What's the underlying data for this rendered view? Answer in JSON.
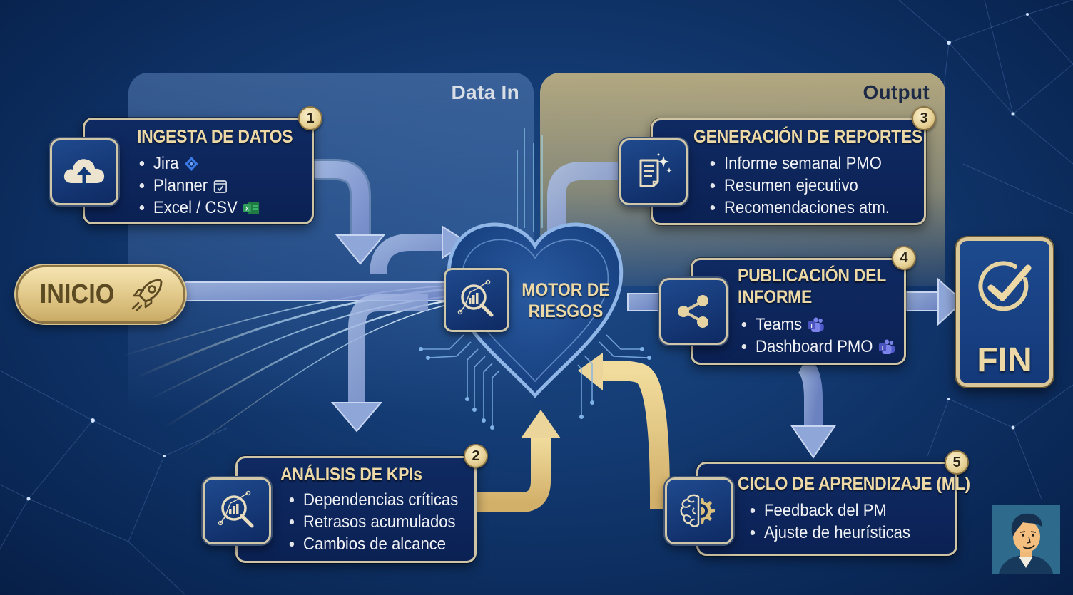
{
  "zones": {
    "data_in": {
      "label": "Data In"
    },
    "output": {
      "label": "Output"
    }
  },
  "start": {
    "label": "INICIO",
    "icon": "rocket-icon"
  },
  "end": {
    "label": "FIN",
    "icon": "check-circle-icon"
  },
  "engine": {
    "title_line1": "MOTOR DE",
    "title_line2": "RIESGOS",
    "icon": "analytics-magnifier-icon",
    "shape": "heart"
  },
  "steps": [
    {
      "number": "1",
      "title": "INGESTA DE DATOS",
      "icon": "cloud-upload-icon",
      "items": [
        {
          "label": "Jira",
          "app_icon": "jira-icon"
        },
        {
          "label": "Planner",
          "app_icon": "planner-calendar-icon"
        },
        {
          "label": "Excel / CSV",
          "app_icon": "excel-icon"
        }
      ]
    },
    {
      "number": "2",
      "title": "ANÁLISIS DE KPIs",
      "icon": "analytics-magnifier-icon",
      "items": [
        {
          "label": "Dependencias críticas"
        },
        {
          "label": "Retrasos acumulados"
        },
        {
          "label": "Cambios de alcance"
        }
      ]
    },
    {
      "number": "3",
      "title": "GENERACIÓN DE REPORTES",
      "icon": "document-sparkle-icon",
      "items": [
        {
          "label": "Informe semanal PMO"
        },
        {
          "label": "Resumen ejecutivo"
        },
        {
          "label": "Recomendaciones atm."
        }
      ]
    },
    {
      "number": "4",
      "title_line1": "PUBLICACIÓN DEL",
      "title_line2": "INFORME",
      "icon": "share-icon",
      "items": [
        {
          "label": "Teams",
          "app_icon": "teams-icon"
        },
        {
          "label": "Dashboard PMO",
          "app_icon": "teams-icon"
        }
      ]
    },
    {
      "number": "5",
      "title": "CICLO DE APRENDIZAJE (ML)",
      "icon": "brain-gear-icon",
      "items": [
        {
          "label": "Feedback del PM"
        },
        {
          "label": "Ajuste de heurísticas"
        }
      ]
    }
  ],
  "colors": {
    "background": "#0f3168",
    "card_fill": "#0d2559",
    "card_border": "#cfc4a4",
    "title_gold": "#ecd9a6",
    "gold_arrow": "#e3c57e",
    "blue_arrow": "#8fa6d8",
    "output_zone": "#c4b482",
    "input_zone": "#5a82b9"
  },
  "avatar": {
    "icon": "user-avatar-illustration"
  }
}
